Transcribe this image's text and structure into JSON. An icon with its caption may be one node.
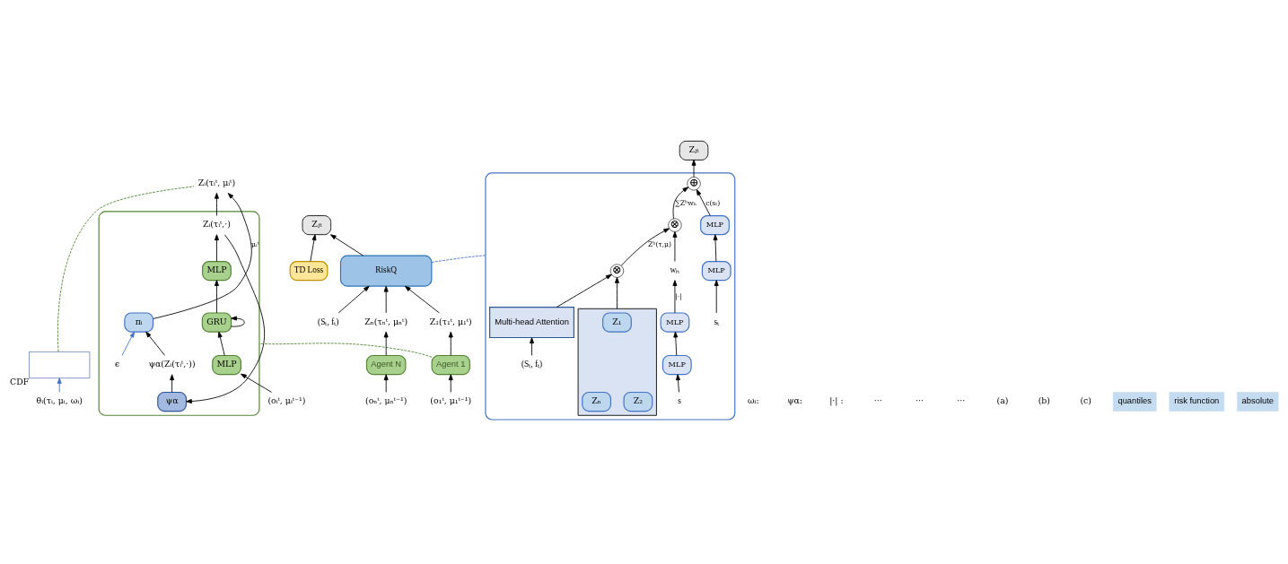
{
  "diagram": {
    "nodes": [
      {
        "text": [],
        "shape": "box"
      },
      {
        "text": [
          "πᵢ"
        ],
        "in": 0
      },
      {
        "text": [
          "ψα"
        ],
        "in": 0
      },
      {
        "text": [
          "MLP"
        ],
        "in": 0
      },
      {
        "text": [
          "GRU"
        ],
        "in": 0
      },
      {
        "text": [
          "MLP"
        ],
        "in": 0
      },
      {
        "text": [
          "Zᵢ(τᵢᵗ,·)"
        ],
        "in": 0
      },
      {
        "text": [
          "ψα(Zᵢ(τᵢᵗ,·))"
        ],
        "in": 0
      },
      {
        "text": [
          "ϵ"
        ],
        "in": 0
      },
      {
        "text": [
          "(oᵢᵗ, μᵢᵗ⁻¹)"
        ]
      },
      {
        "text": [
          "Zᵢ(τᵢᵗ, μᵢᵗ)"
        ]
      },
      {
        "text": [],
        "shape": "box",
        "beside": [
          "CDF"
        ]
      },
      {
        "text": [
          "θᵢ(τᵢ, μᵢ, ωᵢ)"
        ]
      },
      {
        "text": [
          "Zⱼₜ"
        ]
      },
      {
        "text": [
          "TD Loss"
        ]
      },
      {
        "text": [
          "RiskQ"
        ]
      },
      {
        "text": [
          "(Sₜ, fₜ)"
        ]
      },
      {
        "text": [
          "Z₁(τ₁ᵗ, μ₁ᵗ)"
        ]
      },
      {
        "text": [
          "Zₙ(τₙᵗ, μₙᵗ)"
        ]
      },
      {
        "text": [
          "Agent 1"
        ]
      },
      {
        "text": [
          "Agent N"
        ]
      },
      {
        "text": [
          "(o₁ᵗ, μ₁ᵗ⁻¹)"
        ]
      },
      {
        "text": [
          "(oₙᵗ, μₙᵗ⁻¹)"
        ]
      },
      {
        "text": [],
        "shape": "box"
      },
      {
        "text": [
          "Zⱼₜ"
        ]
      },
      {
        "text": [
          "⊕"
        ],
        "in": 23
      },
      {
        "text": [
          "MLP"
        ],
        "in": 23
      },
      {
        "text": [
          "MLP"
        ],
        "in": 23
      },
      {
        "text": [
          "sₜ"
        ],
        "in": 23
      },
      {
        "text": [
          "⊗"
        ],
        "in": 23
      },
      {
        "text": [
          "MLP"
        ],
        "in": 23
      },
      {
        "text": [
          "MLP"
        ],
        "in": 23
      },
      {
        "text": [
          "s"
        ],
        "in": 23
      },
      {
        "text": [
          "wₕ"
        ],
        "in": 23
      },
      {
        "text": [
          "⊗"
        ],
        "in": 23
      },
      {
        "text": [],
        "shape": "box",
        "in": 23
      },
      {
        "text": [
          "Z₁"
        ],
        "in": 35
      },
      {
        "text": [
          "Z₂"
        ],
        "in": 35
      },
      {
        "text": [
          "Zₙ"
        ],
        "in": 35
      },
      {
        "text": [
          "Multi-head Attention"
        ],
        "in": 23
      },
      {
        "text": [
          "(Sₜ, fₜ)"
        ],
        "in": 23
      }
    ],
    "edges": [
      {
        "from": 9,
        "to": 5,
        "arrow": "to"
      },
      {
        "from": 5,
        "to": 4,
        "arrow": "to"
      },
      {
        "from": 4,
        "to": 4,
        "arrow": "to"
      },
      {
        "from": 4,
        "to": 3,
        "arrow": "to"
      },
      {
        "from": 3,
        "to": 6,
        "arrow": "to"
      },
      {
        "from": 6,
        "to": 10,
        "arrow": "to"
      },
      {
        "from": 6,
        "to": 2,
        "arrow": "to"
      },
      {
        "from": 2,
        "to": 7,
        "arrow": "to"
      },
      {
        "from": 7,
        "to": 1,
        "arrow": "to"
      },
      {
        "from": 8,
        "to": 1,
        "arrow": "to",
        "color": "#4472c4"
      },
      {
        "from": 1,
        "to": 10,
        "arrow": "to",
        "label": "μᵢᵗ"
      },
      {
        "from": 12,
        "to": 11,
        "arrow": "to",
        "color": "#4472c4"
      },
      {
        "from": 11,
        "to": 10,
        "arrow": "none",
        "style": "dashed",
        "color": "#548235"
      },
      {
        "from": 14,
        "to": 13,
        "arrow": "to"
      },
      {
        "from": 15,
        "to": 13,
        "arrow": "to"
      },
      {
        "from": 16,
        "to": 15,
        "arrow": "to"
      },
      {
        "from": 17,
        "to": 15,
        "arrow": "to"
      },
      {
        "from": 18,
        "to": 15,
        "arrow": "to"
      },
      {
        "from": 19,
        "to": 17,
        "arrow": "to"
      },
      {
        "from": 20,
        "to": 18,
        "arrow": "to"
      },
      {
        "from": 21,
        "to": 19,
        "arrow": "to"
      },
      {
        "from": 22,
        "to": 20,
        "arrow": "to"
      },
      {
        "from": 19,
        "to": 0,
        "arrow": "none",
        "style": "dashed",
        "color": "#548235"
      },
      {
        "from": 15,
        "to": 23,
        "arrow": "none",
        "style": "dashed",
        "color": "#4472c4"
      },
      {
        "from": 25,
        "to": 24,
        "arrow": "to"
      },
      {
        "from": 26,
        "to": 25,
        "arrow": "to",
        "label": "c(sₜ)"
      },
      {
        "from": 27,
        "to": 26,
        "arrow": "to"
      },
      {
        "from": 28,
        "to": 27,
        "arrow": "to"
      },
      {
        "from": 29,
        "to": 25,
        "arrow": "to",
        "label": "∑Zʰwₕ"
      },
      {
        "from": 30,
        "to": 33,
        "arrow": "to",
        "label": "|·|"
      },
      {
        "from": 31,
        "to": 30,
        "arrow": "to"
      },
      {
        "from": 32,
        "to": 31,
        "arrow": "to"
      },
      {
        "from": 33,
        "to": 29,
        "arrow": "to"
      },
      {
        "from": 34,
        "to": 29,
        "arrow": "to",
        "label": "Zʰ(τ,μ)"
      },
      {
        "from": 35,
        "to": 34,
        "arrow": "to"
      },
      {
        "from": 39,
        "to": 34,
        "arrow": "to"
      },
      {
        "from": 40,
        "to": 39,
        "arrow": "to"
      }
    ],
    "labels": [
      "ωᵢ:",
      "ψα:",
      "|·| :",
      "···",
      "···",
      "···",
      "(a)",
      "(b)",
      "(c)"
    ],
    "legend": [
      {
        "text": "quantiles",
        "color": "#c5dcf0"
      },
      {
        "text": "risk function",
        "color": "#c5dcf0"
      },
      {
        "text": "absolute",
        "color": "#c5dcf0"
      }
    ]
  }
}
